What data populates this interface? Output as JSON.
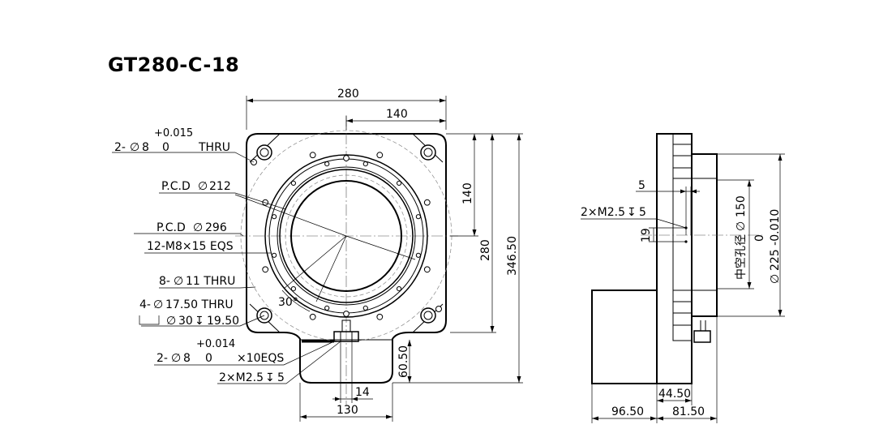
{
  "title": "GT280-C-18",
  "front_view": {
    "dims": {
      "width_total": "280",
      "width_half": "140",
      "height_half": "140",
      "height_square": "280",
      "height_total": "346.50",
      "tab_width": "130",
      "tab_inner": "14",
      "tab_height": "60.50",
      "angle": "30°"
    },
    "callouts": {
      "pin_top_tol": "+0.015",
      "pin_top_a": "2-",
      "pin_top_b": "8",
      "pin_top_c": "0",
      "pin_top_d": "THRU",
      "pcd212_a": "P.C.D",
      "pcd212_b": "212",
      "pcd296_a": "P.C.D",
      "pcd296_b": "296",
      "m8": "12-M8×15 EQS",
      "hole11_a": "8-",
      "hole11_b": "11 THRU",
      "hole17_a": "4-",
      "hole17_b": "17.50 THRU",
      "cbore_a": "30",
      "cbore_b": "19.50",
      "pin_bot_tol": "+0.014",
      "pin_bot_a": "2-",
      "pin_bot_b": "8",
      "pin_bot_c": "0",
      "pin_bot_d": "×10EQS",
      "m25": "2×M2.5",
      "m25_b": "5"
    }
  },
  "side_view": {
    "dims": {
      "gap": "5",
      "screw_a": "2×M2.5",
      "screw_b": "5",
      "offset": "19",
      "hollow_label": "中空孔径",
      "hollow_dia": "150",
      "fit_tol": "0",
      "fit_dia": "225 -0.010",
      "motor_len": "96.50",
      "body_len": "81.50",
      "flange_len": "44.50"
    }
  },
  "symbols": {
    "diameter": "∅",
    "depth": "↧"
  }
}
